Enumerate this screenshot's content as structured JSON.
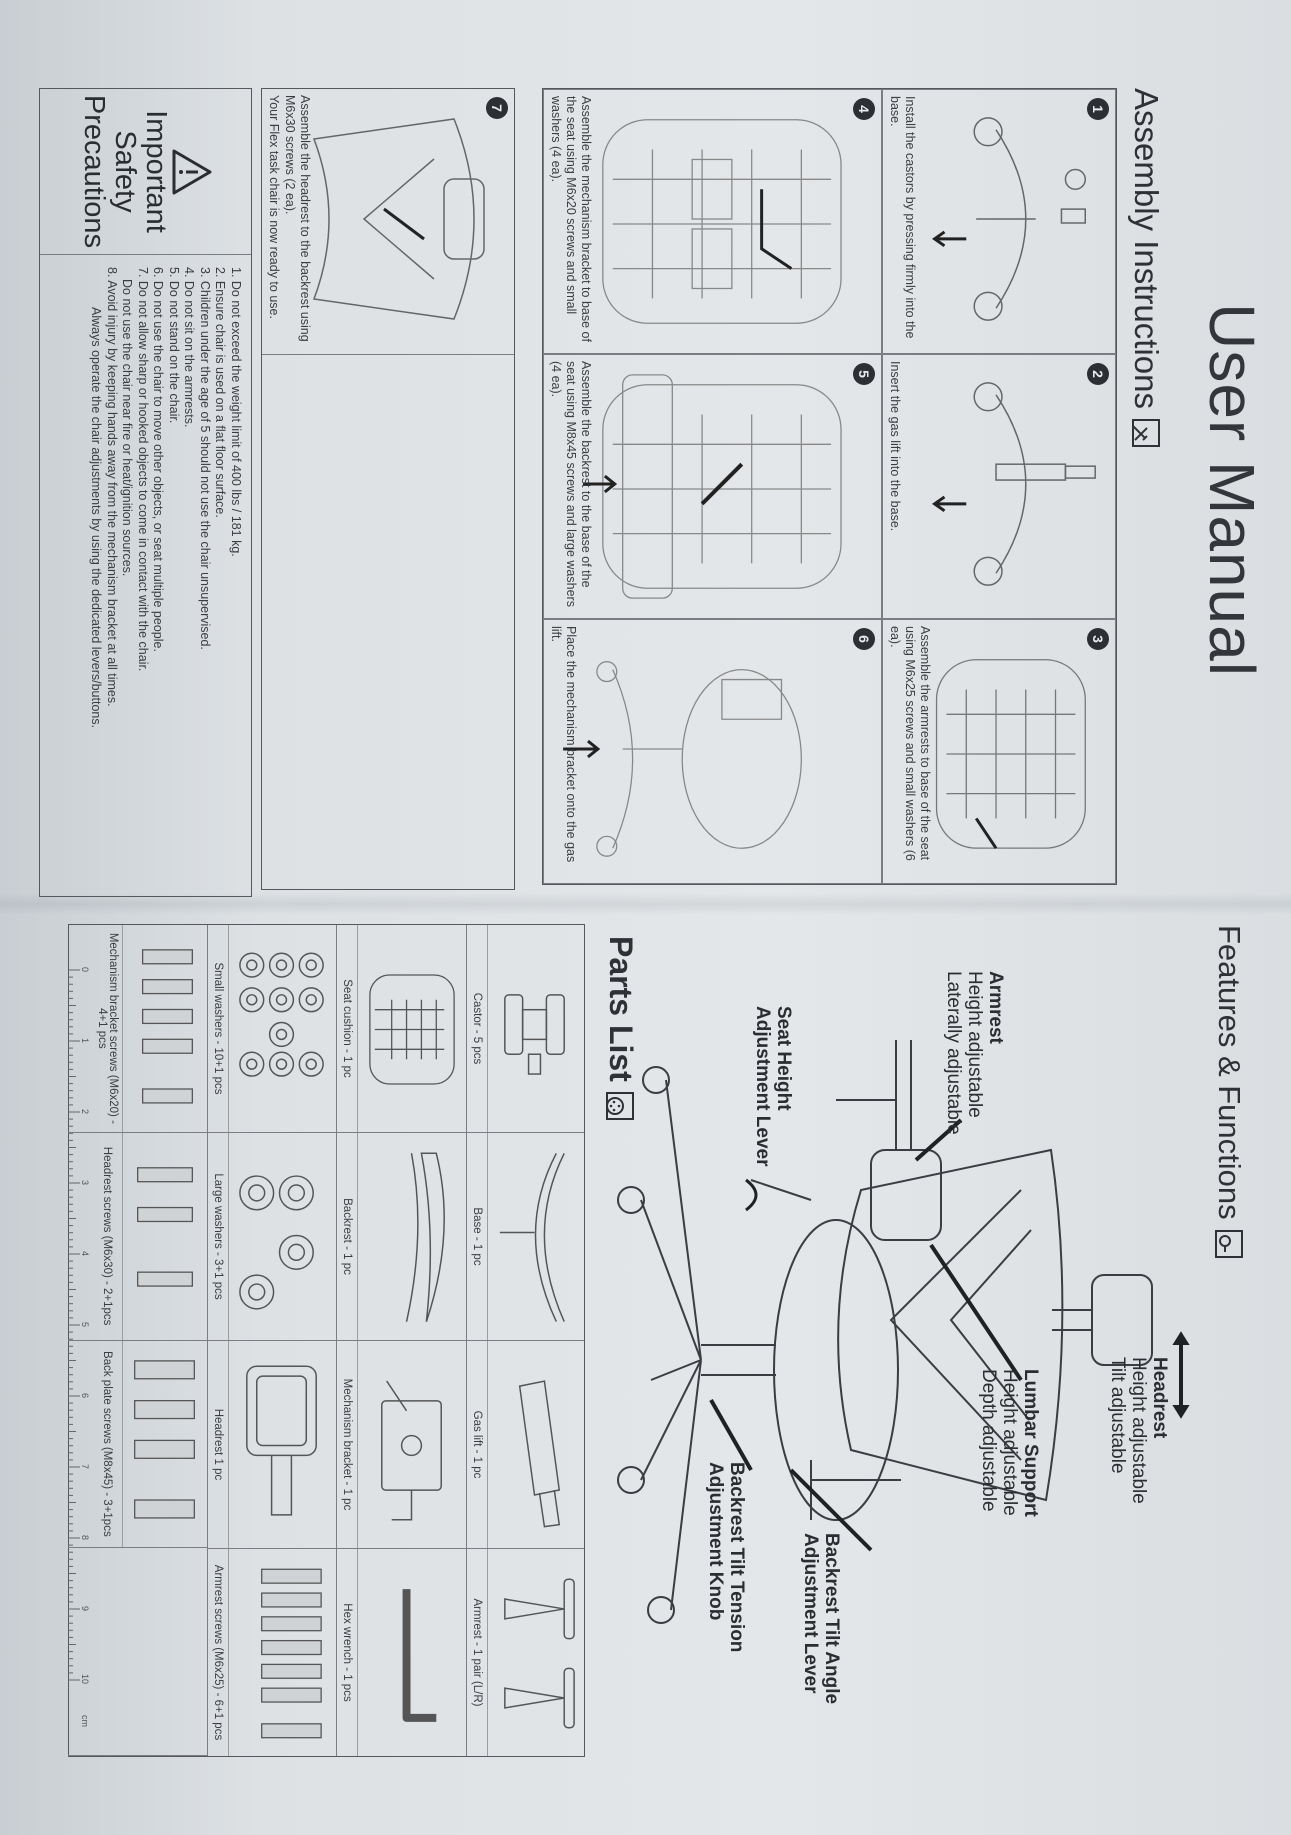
{
  "left_page": {
    "title": "User Manual",
    "assembly_heading": "Assembly Instructions",
    "steps": [
      {
        "number": "1",
        "text": "Install the castors by pressing firmly into the base."
      },
      {
        "number": "2",
        "text": "Insert the gas lift into the base."
      },
      {
        "number": "3",
        "text": "Assemble the armrests to base of the seat using M6x25 screws and small washers (6 ea)."
      },
      {
        "number": "4",
        "text": "Assemble the mechanism bracket to base of the seat using M6x20 screws and small washers (4 ea)."
      },
      {
        "number": "5",
        "text": "Assemble the backrest to the base of the seat using M8x45 screws and large washers (4 ea)."
      },
      {
        "number": "6",
        "text": "Place the mechanism bracket onto the gas lift."
      },
      {
        "number": "7",
        "text": "Assemble the headrest to the backrest using M6x30 screws (2 ea).",
        "text2": "Your Flex task chair is now ready to use."
      }
    ],
    "safety": {
      "title_line1": "Important",
      "title_line2": "Safety",
      "title_line3": "Precautions",
      "items": [
        "1. Do not exceed the weight limit of 400 lbs / 181 kg.",
        "2. Ensure chair is used on a flat floor surface.",
        "3. Children under the age of 5 should not use the chair unsupervised.",
        "4. Do not sit on the armrests.",
        "5. Do not stand on the chair.",
        "6. Do not use the chair to move other objects, or seat multiple people.",
        "7. Do not allow sharp or hooked objects to come in contact with the chair.",
        "Do not use the chair near fire or heat/ignition sources.",
        "8. Avoid injury by keeping hands away from the mechanism bracket at all times.",
        "Always operate the chair adjustments by using the dedicated levers/buttons."
      ]
    }
  },
  "right_page": {
    "features_heading": "Features & Functions",
    "features": {
      "headrest": {
        "title": "Headrest",
        "l1": "Height adjustable",
        "l2": "Tilt adjustable"
      },
      "lumbar": {
        "title": "Lumbar Support",
        "l1": "Height adjustable",
        "l2": "Depth adjustable"
      },
      "armrest": {
        "title": "Armrest",
        "l1": "Height adjustable",
        "l2": "Laterally adjustable"
      },
      "seat_height": {
        "l1": "Seat Height",
        "l2": "Adjustment Lever"
      },
      "tilt_angle": {
        "l1": "Backrest Tilt Angle",
        "l2": "Adjustment Lever"
      },
      "tilt_tension": {
        "l1": "Backrest Tilt Tension",
        "l2": "Adjustment Knob"
      }
    },
    "parts_heading": "Parts List",
    "parts": [
      [
        "Castor - 5 pcs",
        "Base - 1 pc",
        "Gas lift - 1 pc",
        "Armrest - 1 pair (L/R)"
      ],
      [
        "Seat cushion - 1 pc",
        "Backrest - 1 pc",
        "Mechanism bracket - 1 pc",
        "Hex wrench - 1 pcs"
      ],
      [
        "Small washers - 10+1 pcs",
        "Large washers - 3+1 pcs",
        "Headrest 1 pc",
        "Armrest screws (M6x25) - 6+1 pcs"
      ],
      [
        "Mechanism bracket screws (M6x20) - 4+1 pcs",
        "Headrest screws (M6x30) - 2+1pcs",
        "Back plate screws (M8x45) - 3+1pcs",
        ""
      ]
    ],
    "ruler": {
      "labels": [
        "0",
        "1",
        "2",
        "3",
        "4",
        "5",
        "6",
        "7",
        "8",
        "9",
        "10"
      ],
      "unit": "cm"
    }
  }
}
